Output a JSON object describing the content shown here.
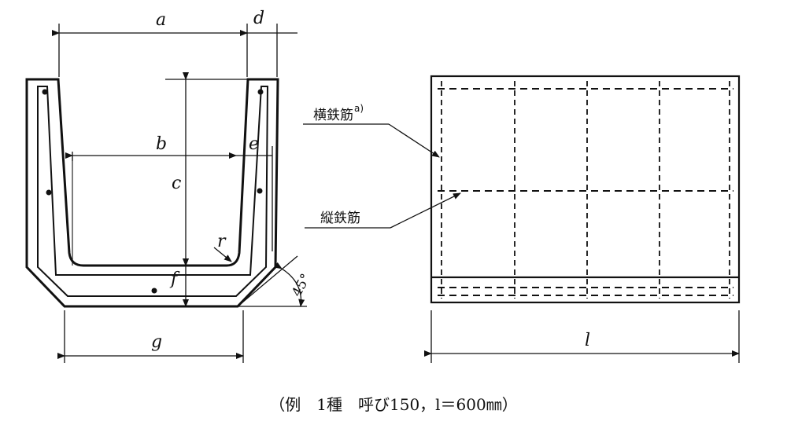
{
  "cross_section": {
    "dims": {
      "a": "a",
      "b": "b",
      "c": "c",
      "d": "d",
      "e": "e",
      "f": "f",
      "g": "g",
      "r": "r"
    },
    "angle": "45°"
  },
  "plan_view": {
    "transverse_bar_label": "横鉄筋",
    "transverse_bar_note": "a)",
    "longitudinal_bar_label": "縦鉄筋",
    "length_dim": "l"
  },
  "caption": "（例　1種　呼び150，l＝600㎜）"
}
